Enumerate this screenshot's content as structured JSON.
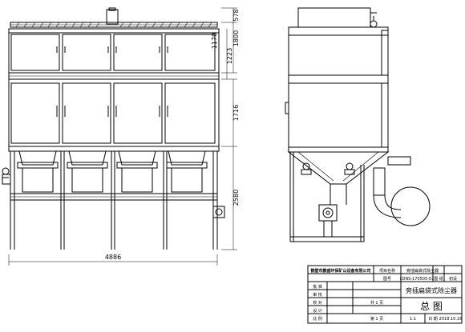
{
  "dimensions": {
    "front_width": "4886",
    "top_section": "578",
    "upper_box": "1170",
    "mid_1": "1223",
    "mid_2": "1800",
    "lower_box": "1716",
    "base_height": "2580"
  },
  "title_block": {
    "company": "鹤壁市鹏盛环保矿山设备有限公司",
    "project_label": "项目名称",
    "project_value": "旁插扁袋式除尘器",
    "drawing_no_label": "图号",
    "drawing_no": "LDNS-170505-01",
    "drawing_label": "图 纸",
    "drawing_value": "初设",
    "product_name": "旁插扁袋式除尘器",
    "drawing_title": "总 图",
    "rows": [
      {
        "label": "批 准",
        "value": ""
      },
      {
        "label": "审 核",
        "value": ""
      },
      {
        "label": "校 对",
        "value": ""
      },
      {
        "label": "设 计",
        "value": ""
      }
    ],
    "sheets_total": "共 1 页",
    "sheet_no": "第 1 页",
    "scale_label": "比 例",
    "scale_value": "1:1",
    "date_label": "日 期",
    "date_value": "2018.10.16"
  }
}
